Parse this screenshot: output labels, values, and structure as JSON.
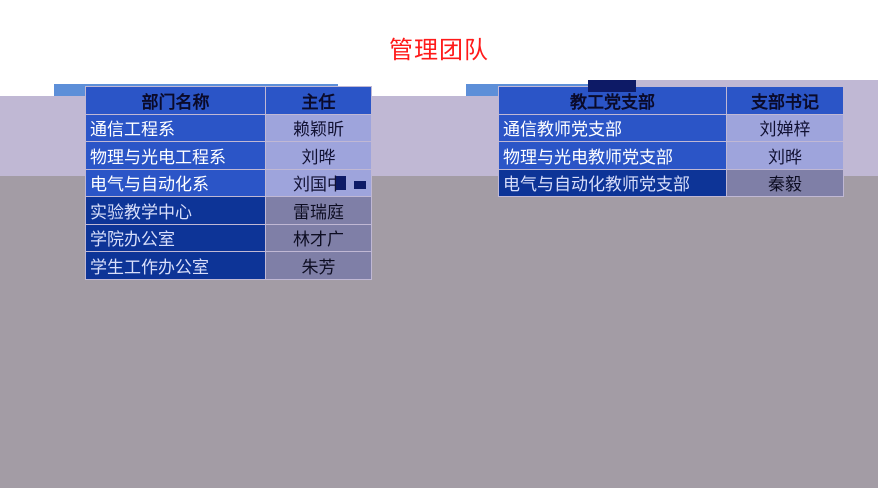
{
  "title": "管理团队",
  "left_table": {
    "headers": [
      "部门名称",
      "主任"
    ],
    "rows": [
      {
        "dept": "通信工程系",
        "head": "赖颖昕"
      },
      {
        "dept": "物理与光电工程系",
        "head": "刘晔"
      },
      {
        "dept": "电气与自动化系",
        "head": "刘国中"
      },
      {
        "dept": "实验教学中心",
        "head": "雷瑞庭"
      },
      {
        "dept": "学院办公室",
        "head": "林才广"
      },
      {
        "dept": "学生工作办公室",
        "head": "朱芳"
      }
    ]
  },
  "right_table": {
    "headers": [
      "教工党支部",
      "支部书记"
    ],
    "rows": [
      {
        "branch": "通信教师党支部",
        "secretary": "刘婵梓"
      },
      {
        "branch": "物理与光电教师党支部",
        "secretary": "刘晔"
      },
      {
        "branch": "电气与自动化教师党支部",
        "secretary": "秦毅"
      }
    ]
  },
  "colors": {
    "title": "#ff1a1a",
    "header_bg": "#2b55c7",
    "name_cell_bg": "#9ea4dc",
    "overlay_light": "#c0b8d4",
    "overlay_dark": "#a39ca5"
  }
}
